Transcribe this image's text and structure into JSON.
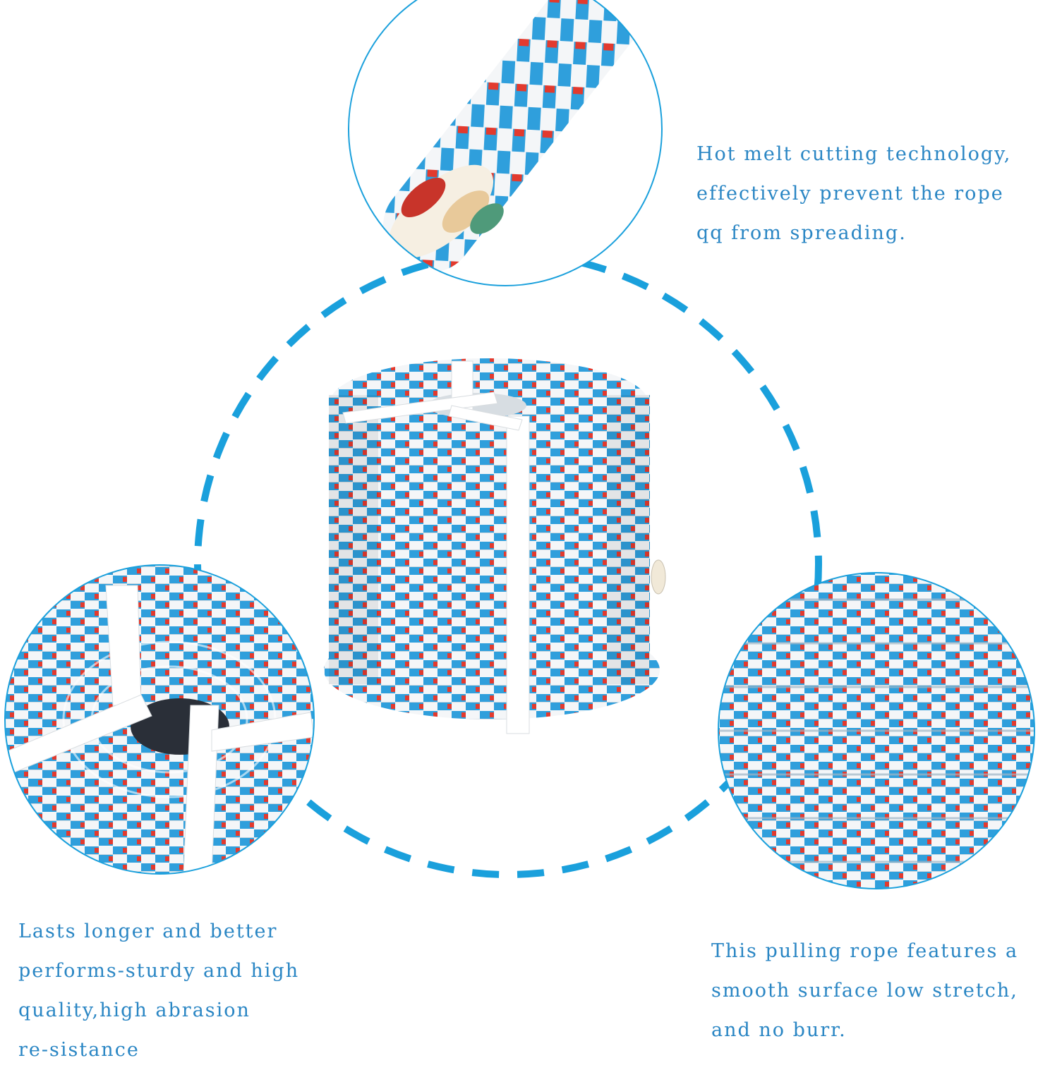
{
  "colors": {
    "accent_blue": "#1aa0dc",
    "caption_blue": "#2a86c4",
    "rope_blue": "#2f9fdc",
    "rope_red": "#e23a2e",
    "rope_white": "#f4f6f8"
  },
  "captions": {
    "top_right": {
      "line1": "Hot melt cutting technology,",
      "line2": "effectively prevent the rope",
      "line3": "qq from spreading."
    },
    "bottom_left": {
      "line1": "Lasts longer and better",
      "line2": "performs-sturdy and high",
      "line3": "quality,high abrasion",
      "line4": "re-sistance"
    },
    "bottom_right": {
      "line1": "This pulling rope features a",
      "line2": "smooth surface low stretch,",
      "line3": "and no burr."
    }
  }
}
